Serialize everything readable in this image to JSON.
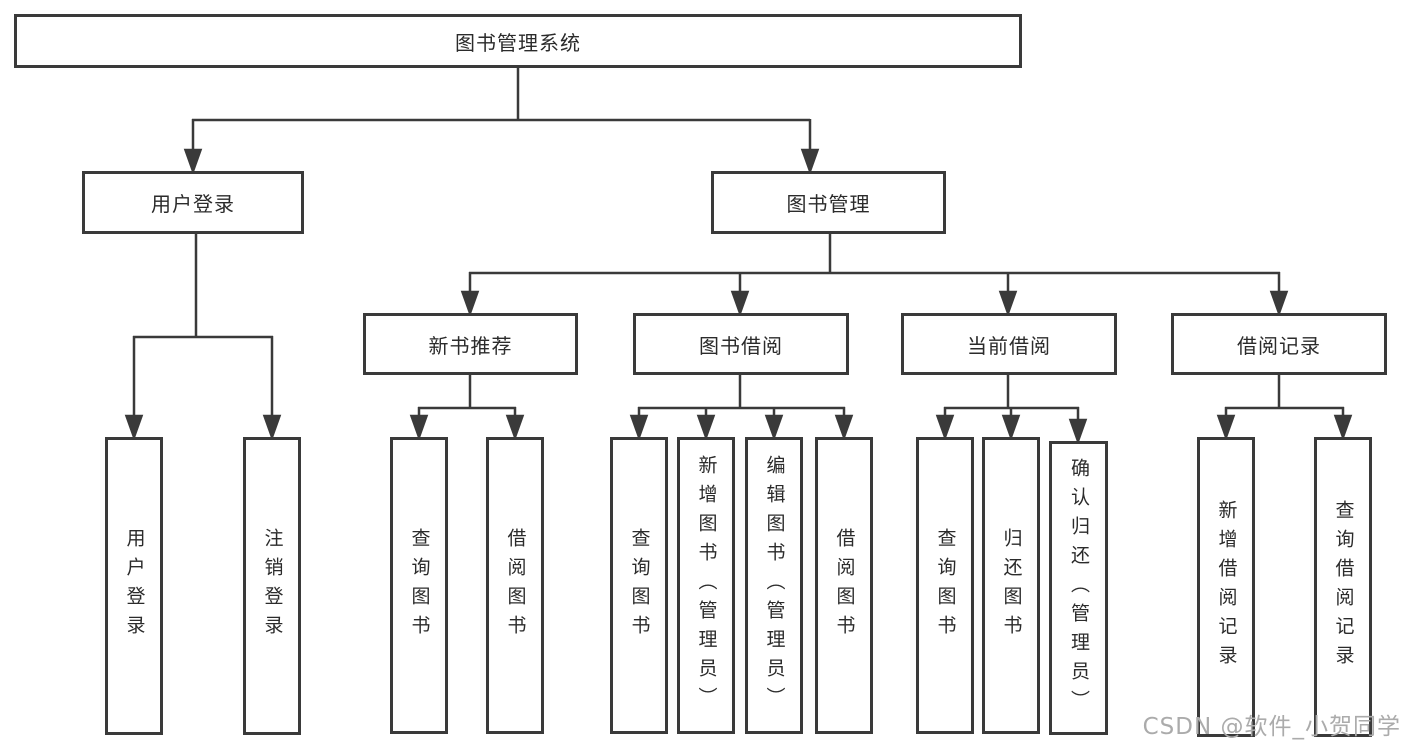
{
  "tree": {
    "root": {
      "label": "图书管理系统",
      "children": [
        {
          "label": "用户登录",
          "children": [
            {
              "label": "用户登录"
            },
            {
              "label": "注销登录"
            }
          ]
        },
        {
          "label": "图书管理",
          "children": [
            {
              "label": "新书推荐",
              "children": [
                {
                  "label": "查询图书"
                },
                {
                  "label": "借阅图书"
                }
              ]
            },
            {
              "label": "图书借阅",
              "children": [
                {
                  "label": "查询图书"
                },
                {
                  "label": "新增图书（管理员）"
                },
                {
                  "label": "编辑图书（管理员）"
                },
                {
                  "label": "借阅图书"
                }
              ]
            },
            {
              "label": "当前借阅",
              "children": [
                {
                  "label": "查询图书"
                },
                {
                  "label": "归还图书"
                },
                {
                  "label": "确认归还（管理员）"
                }
              ]
            },
            {
              "label": "借阅记录",
              "children": [
                {
                  "label": "新增借阅记录"
                },
                {
                  "label": "查询借阅记录"
                }
              ]
            }
          ]
        }
      ]
    }
  },
  "watermark": {
    "text": "CSDN @软件_小贺同学"
  },
  "colors": {
    "line": "#3a3a3a",
    "text": "#2b2b2b",
    "watermark": "#ababab",
    "background": "#ffffff"
  }
}
